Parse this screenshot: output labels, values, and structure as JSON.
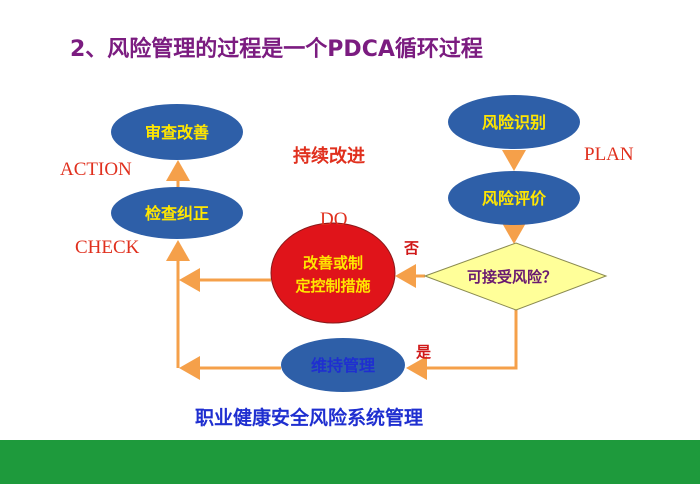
{
  "title": "2、风险管理的过程是一个PDCA循环过程",
  "nodes": {
    "review": "审查改善",
    "check": "检查纠正",
    "identify": "风险识别",
    "evaluate": "风险评价",
    "improve_line1": "改善或制",
    "improve_line2": "定控制措施",
    "decision": "可接受风险？",
    "maintain": "维持管理"
  },
  "labels": {
    "action": "ACTION",
    "check": "CHECK",
    "do": "DO",
    "plan": "PLAN",
    "continuous": "持续改进",
    "no": "否",
    "yes": "是"
  },
  "footer": "职业健康安全风险系统管理",
  "colors": {
    "title": "#7b1c80",
    "node_fill": "#2e5fa8",
    "node_text": "#ffe600",
    "red_fill": "#e0141a",
    "decision_fill": "#ffff99",
    "arrow": "#f5a04a",
    "label_red": "#e0301e",
    "footer": "#1f2fd0",
    "bottom_bar": "#1e9a3c"
  }
}
